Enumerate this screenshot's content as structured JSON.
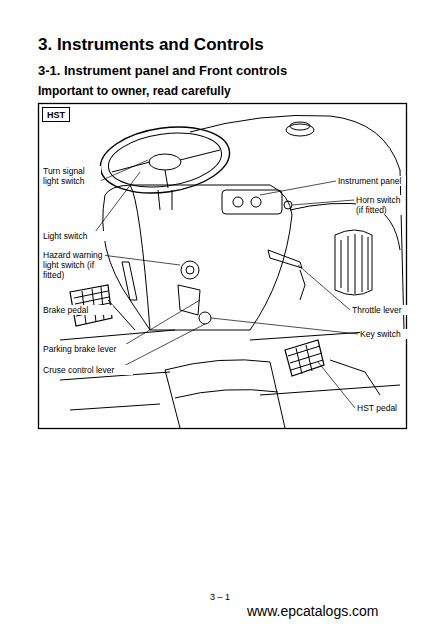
{
  "diagram": {
    "title": "3. Instruments and Controls",
    "nodes": [
      {
        "text": [
          "HST"
        ]
      }
    ],
    "labels": [
      "3-1. Instrument panel and Front controls",
      "Important to owner, read carefully",
      "Turn signal light switch",
      "Light switch",
      "Hazard warning light switch (if fitted)",
      "Brake pedal",
      "Parking brake lever",
      "Cruse control lever",
      "Instrument panel",
      "Horn switch (if fitted)",
      "Throttle lever",
      "Key switch",
      "HST pedal",
      "3 – 1",
      "www.epcatalogs.com"
    ]
  }
}
